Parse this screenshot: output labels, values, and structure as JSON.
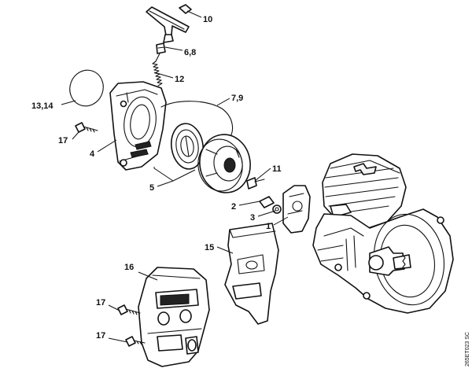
{
  "callouts": {
    "c10": "10",
    "c6_8": "6,8",
    "c12": "12",
    "c13_14": "13,14",
    "c7_9": "7,9",
    "c17_top": "17",
    "c4": "4",
    "c5": "5",
    "c11": "11",
    "c2": "2",
    "c3": "3",
    "c1": "1",
    "c15": "15",
    "c16": "16",
    "c17_mid": "17",
    "c17_bottom": "17"
  },
  "reference_code": "265ET023 SC"
}
